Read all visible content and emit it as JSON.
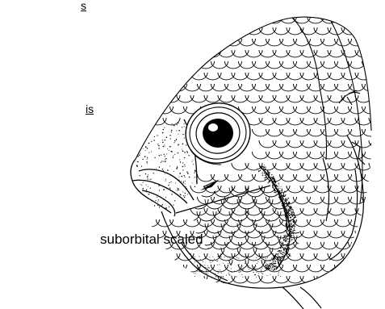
{
  "figure": {
    "fragment_top": "s",
    "fragment_mid": "is",
    "callout_label": "suborbital scaled",
    "subject": "fish-head-illustration"
  },
  "colors": {
    "ink": "#000000",
    "paper": "#ffffff"
  }
}
